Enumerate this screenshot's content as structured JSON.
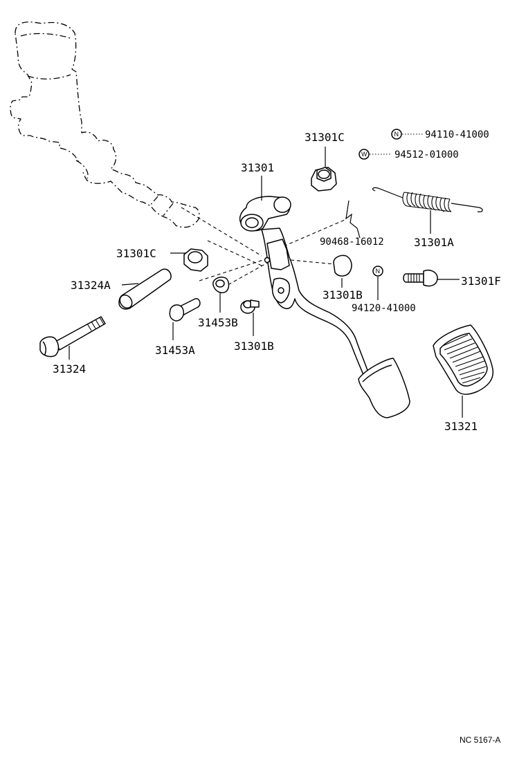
{
  "parts": {
    "p31301": "31301",
    "p31301A": "31301A",
    "p31301B_upper": "31301B",
    "p31301B_lower": "31301B",
    "p31301C_upper": "31301C",
    "p31301C_left": "31301C",
    "p31301F": "31301F",
    "p31321": "31321",
    "p31324": "31324",
    "p31324A": "31324A",
    "p31453A": "31453A",
    "p31453B": "31453B",
    "p90468": "90468-16012",
    "p94110": "94110-41000",
    "p94512": "94512-01000",
    "p94120": "94120-41000"
  },
  "symbols": {
    "n": "N",
    "w": "W"
  },
  "footer": {
    "code": "NC  5167-A"
  }
}
